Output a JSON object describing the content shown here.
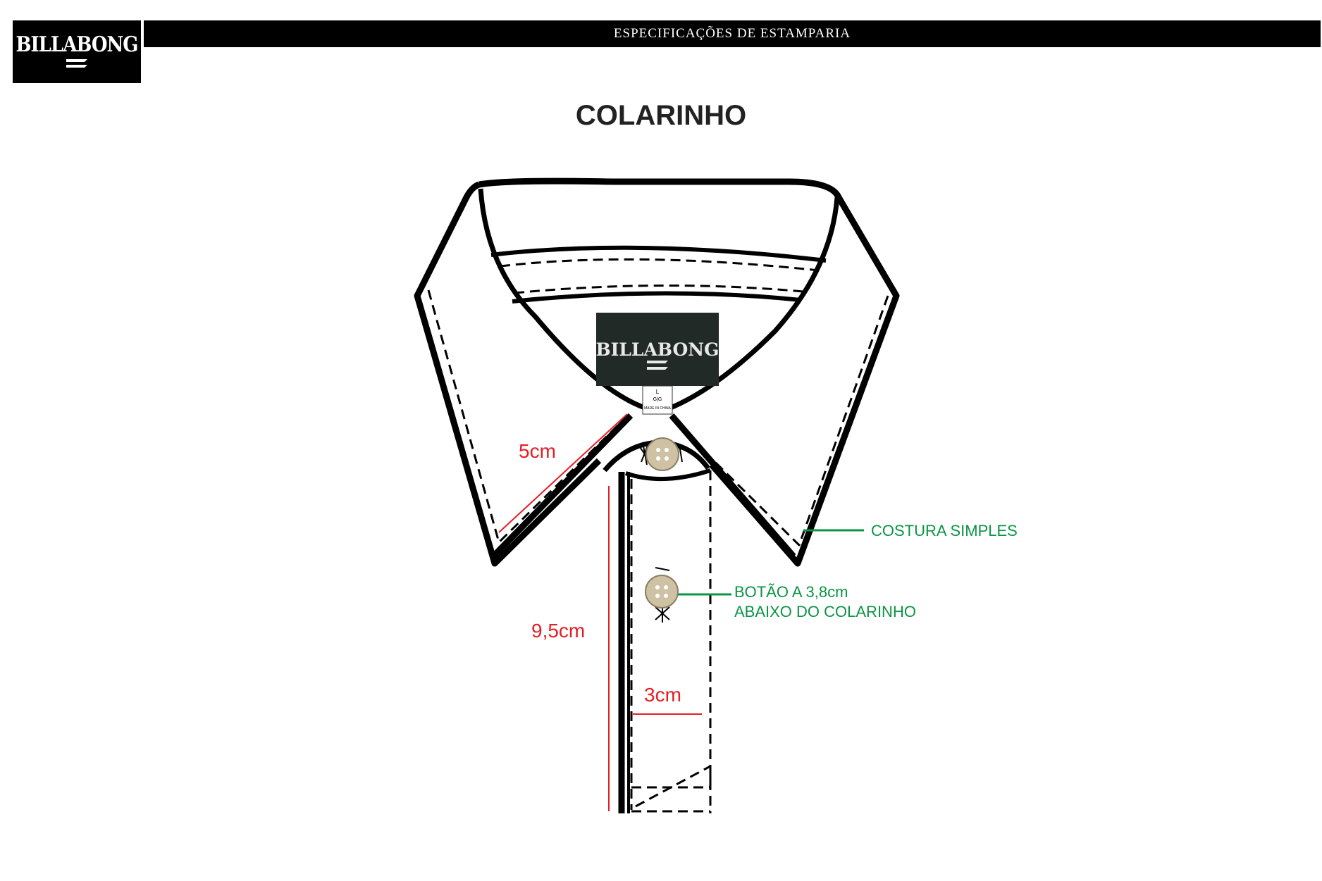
{
  "header": {
    "brand": "BILLABONG",
    "title": "ESPECIFICAÇÕES DE ESTAMPARIA"
  },
  "page": {
    "title": "COLARINHO"
  },
  "tag": {
    "brand": "BILLABONG",
    "size_line1": "L",
    "size_line2": "G|G",
    "origin": "MADE IN CHINA"
  },
  "measurements": {
    "collar_point": "5cm",
    "placket_length": "9,5cm",
    "placket_width": "3cm"
  },
  "callouts": {
    "stitching": "COSTURA SIMPLES",
    "button_line1": "BOTÃO A 3,8cm",
    "button_line2": "ABAIXO DO COLARINHO"
  },
  "colors": {
    "measure": "#e31e24",
    "callout": "#0a9444",
    "tag_bg": "#222a27",
    "button": "#cfc2a4"
  }
}
